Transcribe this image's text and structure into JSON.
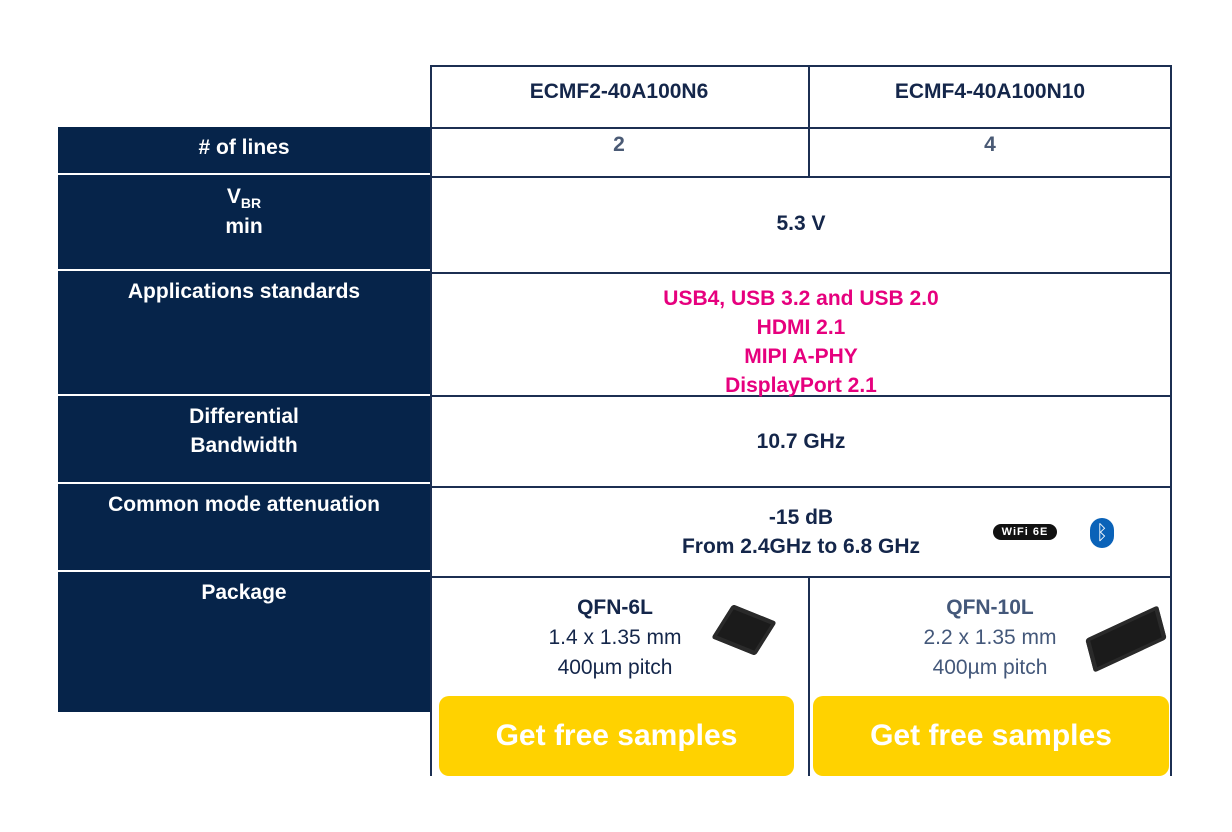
{
  "columns": [
    "ECMF2-40A100N6",
    "ECMF4-40A100N10"
  ],
  "rows": {
    "lines": {
      "label": "# of lines",
      "values": [
        "2",
        "4"
      ]
    },
    "vbr": {
      "label_main": "V",
      "label_sub": "BR",
      "label_line2": "min",
      "value": "5.3 V"
    },
    "apps": {
      "label": "Applications standards",
      "values": [
        "USB4, USB 3.2 and USB 2.0",
        "HDMI 2.1",
        "MIPI A-PHY",
        "DisplayPort 2.1"
      ]
    },
    "bandwidth": {
      "label_line1": "Differential",
      "label_line2": "Bandwidth",
      "value": "10.7 GHz"
    },
    "cm": {
      "label": "Common mode attenuation",
      "value_line1": "-15 dB",
      "value_line2": "From 2.4GHz to 6.8 GHz",
      "wifi_logo": "WiFi 6E"
    },
    "package": {
      "label": "Package",
      "items": [
        {
          "name": "QFN-6L",
          "size": "1.4 x 1.35 mm",
          "pitch": "400µm pitch"
        },
        {
          "name": "QFN-10L",
          "size": "2.2 x 1.35 mm",
          "pitch": "400µm pitch"
        }
      ]
    }
  },
  "buttons": [
    "Get free samples",
    "Get free samples"
  ],
  "colors": {
    "navy": "#06244a",
    "pink": "#e6007e",
    "gold": "#ffd200"
  }
}
